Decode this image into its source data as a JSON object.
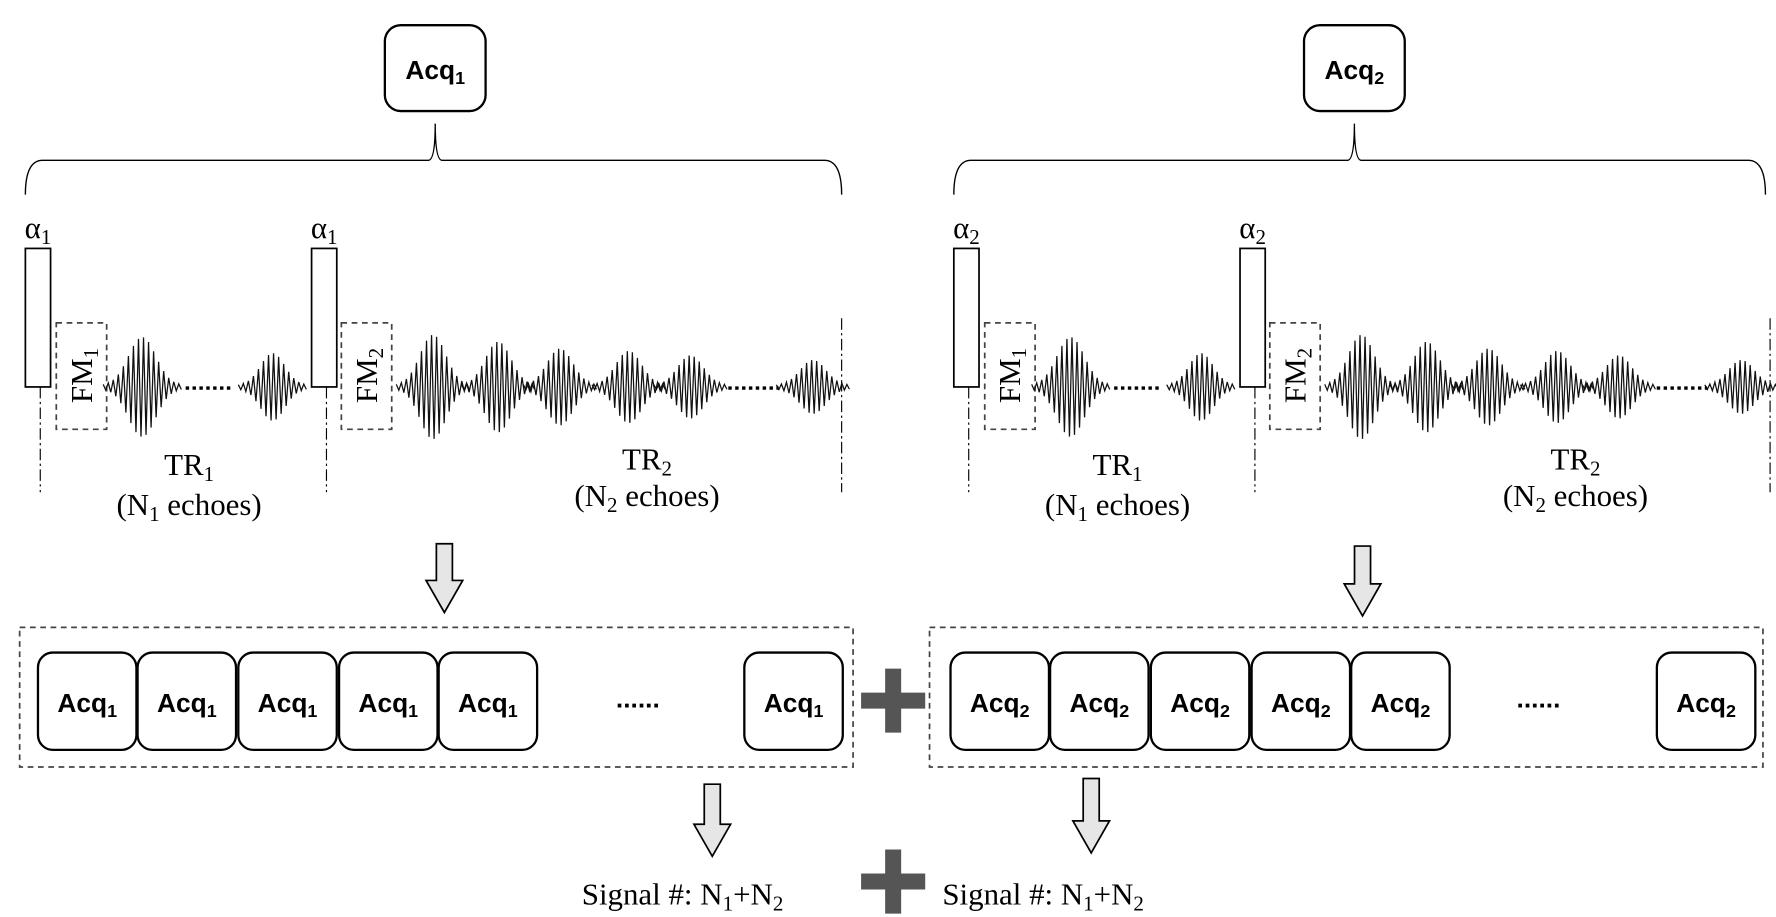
{
  "acquisitions": [
    {
      "top_label": {
        "base": "Acq",
        "sub": "1"
      },
      "flip_angle": {
        "base": "α",
        "sub": "1"
      },
      "fm_blocks": [
        {
          "base": "FM",
          "sub": "1"
        },
        {
          "base": "FM",
          "sub": "2"
        }
      ],
      "tr_labels": [
        {
          "base": "TR",
          "sub": "1",
          "echo_base_pre": "(N",
          "echo_sub": "1",
          "echo_post": " echoes)"
        },
        {
          "base": "TR",
          "sub": "2",
          "echo_base_pre": "(N",
          "echo_sub": "2",
          "echo_post": " echoes)"
        }
      ],
      "repeat_label": {
        "base": "Acq",
        "sub": "1"
      },
      "ellipsis": "......",
      "signal": {
        "pre": "Signal #: N",
        "sub1": "1",
        "mid": "+N",
        "sub2": "2"
      }
    },
    {
      "top_label": {
        "base": "Acq",
        "sub": "2"
      },
      "flip_angle": {
        "base": "α",
        "sub": "2"
      },
      "fm_blocks": [
        {
          "base": "FM",
          "sub": "1"
        },
        {
          "base": "FM",
          "sub": "2"
        }
      ],
      "tr_labels": [
        {
          "base": "TR",
          "sub": "1",
          "echo_base_pre": "(N",
          "echo_sub": "1",
          "echo_post": " echoes)"
        },
        {
          "base": "TR",
          "sub": "2",
          "echo_base_pre": "(N",
          "echo_sub": "2",
          "echo_post": " echoes)"
        }
      ],
      "repeat_label": {
        "base": "Acq",
        "sub": "2"
      },
      "ellipsis": "......",
      "signal": {
        "pre": "Signal #: N",
        "sub1": "1",
        "mid": "+N",
        "sub2": "2"
      }
    }
  ],
  "colors": {
    "plus": "#555555",
    "arrow_fill": "#e6e6e6"
  }
}
